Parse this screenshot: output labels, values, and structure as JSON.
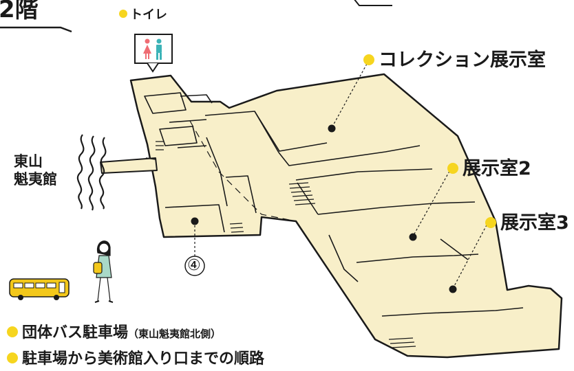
{
  "floor": {
    "title": "2階"
  },
  "toilet": {
    "label": "トイレ",
    "icon": "restroom-icon"
  },
  "rooms": {
    "collection": "コレクション展示室",
    "gallery2": "展示室2",
    "gallery3": "展示室3"
  },
  "neighbor": {
    "line1": "東山",
    "line2": "魁夷館"
  },
  "point": {
    "number": "④"
  },
  "legend": {
    "bus_parking": "団体バス駐車場",
    "bus_parking_note": "（東山魁夷館北側）",
    "route": "駐車場から美術館入り口までの順路"
  },
  "colors": {
    "floor_fill": "#f8efc9",
    "outline": "#1a1a1a",
    "marker_yellow": "#f6d51f",
    "bus_yellow": "#f3c81b",
    "woman_shirt": "#a9d9c8",
    "toilet_female": "#ef6c73",
    "toilet_male": "#3cb3b7"
  }
}
